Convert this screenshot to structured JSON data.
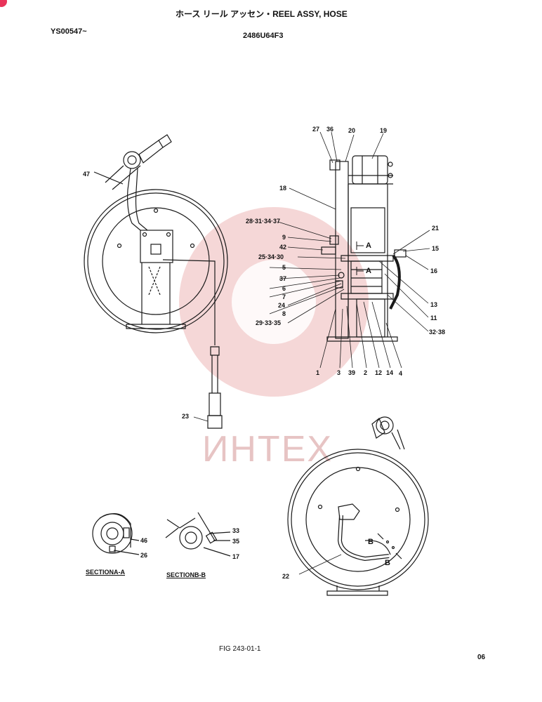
{
  "header": {
    "title": "ホース リール アッセン・REEL ASSY, HOSE",
    "serial": "YS00547~",
    "part_code": "2486U64F3"
  },
  "watermark": {
    "text": "ИНТЕХ",
    "color": "#e55a5a"
  },
  "labels": {
    "l47": "47",
    "l27": "27",
    "l36": "36",
    "l20": "20",
    "l19": "19",
    "l18": "18",
    "l28": "28·31·34·37",
    "l9": "9",
    "l42": "42",
    "l25": "25·34·30",
    "l5": "5",
    "l37": "37",
    "l6": "6",
    "l7": "7",
    "l24": "24",
    "l8": "8",
    "l29": "29·33·35",
    "l21": "21",
    "l15": "15",
    "l16": "16",
    "l13": "13",
    "l11": "11",
    "l32": "32·38",
    "l1": "1",
    "l3": "3",
    "l39": "39",
    "l2": "2",
    "l12": "12",
    "l14": "14",
    "l4": "4",
    "l23": "23",
    "l46": "46",
    "l26": "26",
    "l33": "33",
    "l35": "35",
    "l17": "17",
    "l22": "22",
    "arrowA1": "A",
    "arrowA2": "A",
    "arrowB1": "B",
    "arrowB2": "B"
  },
  "sections": {
    "a": "SECTIONA-A",
    "b": "SECTIONB-B"
  },
  "footer": {
    "fig": "FIG 243-01-1",
    "page": "06"
  }
}
